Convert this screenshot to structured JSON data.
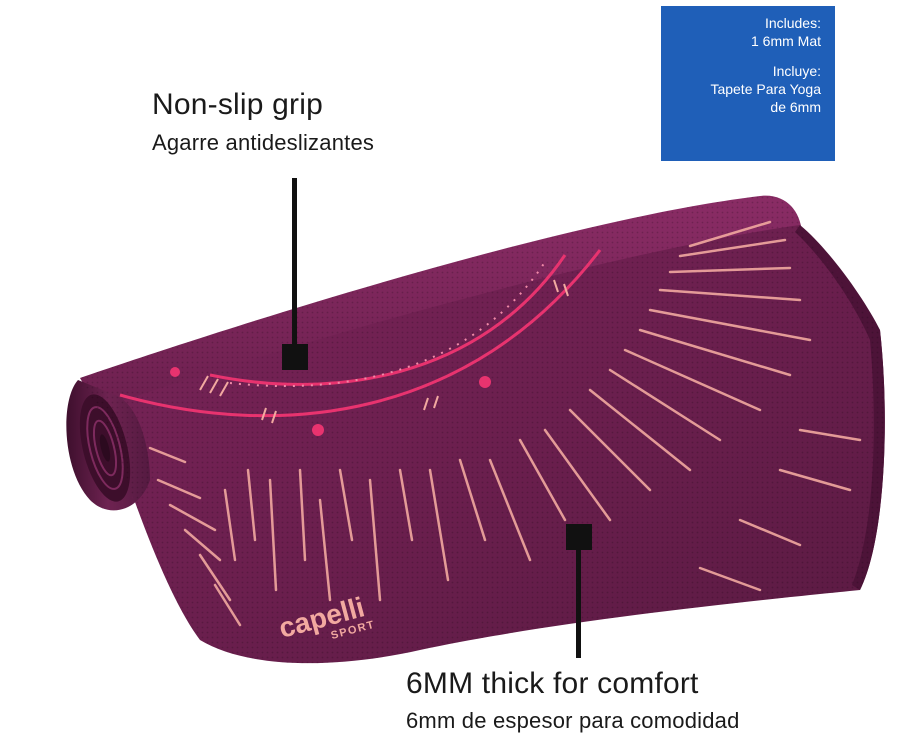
{
  "callouts": {
    "grip": {
      "title": "Non-slip grip",
      "subtitle": "Agarre antideslizantes"
    },
    "thickness": {
      "title": "6MM thick for comfort",
      "subtitle": "6mm de espesor para comodidad"
    }
  },
  "includes": {
    "en_heading": "Includes:",
    "en_item": "1 6mm Mat",
    "es_heading": "Incluye:",
    "es_item_line1": "Tapete Para Yoga",
    "es_item_line2": "de 6mm"
  },
  "brand": {
    "name": "capelli",
    "tagline": "SPORT"
  },
  "colors": {
    "mat": "#6b1f4e",
    "mat_dark": "#4a1235",
    "accent_pink": "#e8336f",
    "ray_peach": "#f2a9a0",
    "includes_bg": "#1f5fb8"
  },
  "icons": [
    "yoga-mat-image"
  ]
}
